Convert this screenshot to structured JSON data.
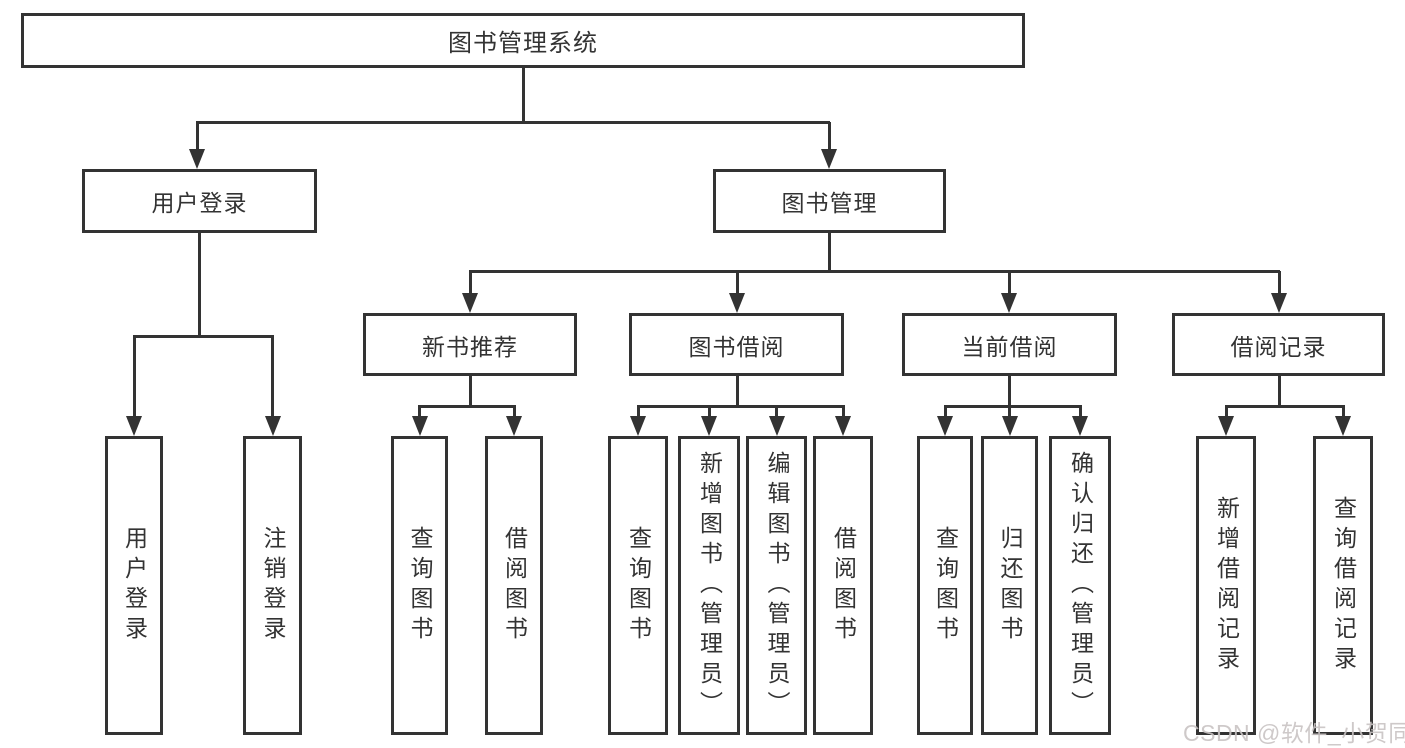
{
  "diagram": {
    "title_hint": "library-management-system-function-tree",
    "colors": {
      "line": "#333333",
      "text": "#333333",
      "background": "#ffffff",
      "watermark": "#c9c4c4"
    },
    "root": {
      "label": "图书管理系统"
    },
    "level2": [
      {
        "label": "用户登录"
      },
      {
        "label": "图书管理"
      }
    ],
    "level3": [
      {
        "label": "新书推荐"
      },
      {
        "label": "图书借阅"
      },
      {
        "label": "当前借阅"
      },
      {
        "label": "借阅记录"
      }
    ],
    "leaves": {
      "user_login": [
        {
          "label": "用户登录"
        },
        {
          "label": "注销登录"
        }
      ],
      "new_book": [
        {
          "label": "查询图书"
        },
        {
          "label": "借阅图书"
        }
      ],
      "book_borrow": [
        {
          "label": "查询图书"
        },
        {
          "label": "新增图书（管理员）"
        },
        {
          "label": "编辑图书（管理员）"
        },
        {
          "label": "借阅图书"
        }
      ],
      "current_borrow": [
        {
          "label": "查询图书"
        },
        {
          "label": "归还图书"
        },
        {
          "label": "确认归还（管理员）"
        }
      ],
      "borrow_records": [
        {
          "label": "新增借阅记录"
        },
        {
          "label": "查询借阅记录"
        }
      ]
    }
  },
  "watermark": {
    "text": "CSDN @软件_小贺同学"
  }
}
